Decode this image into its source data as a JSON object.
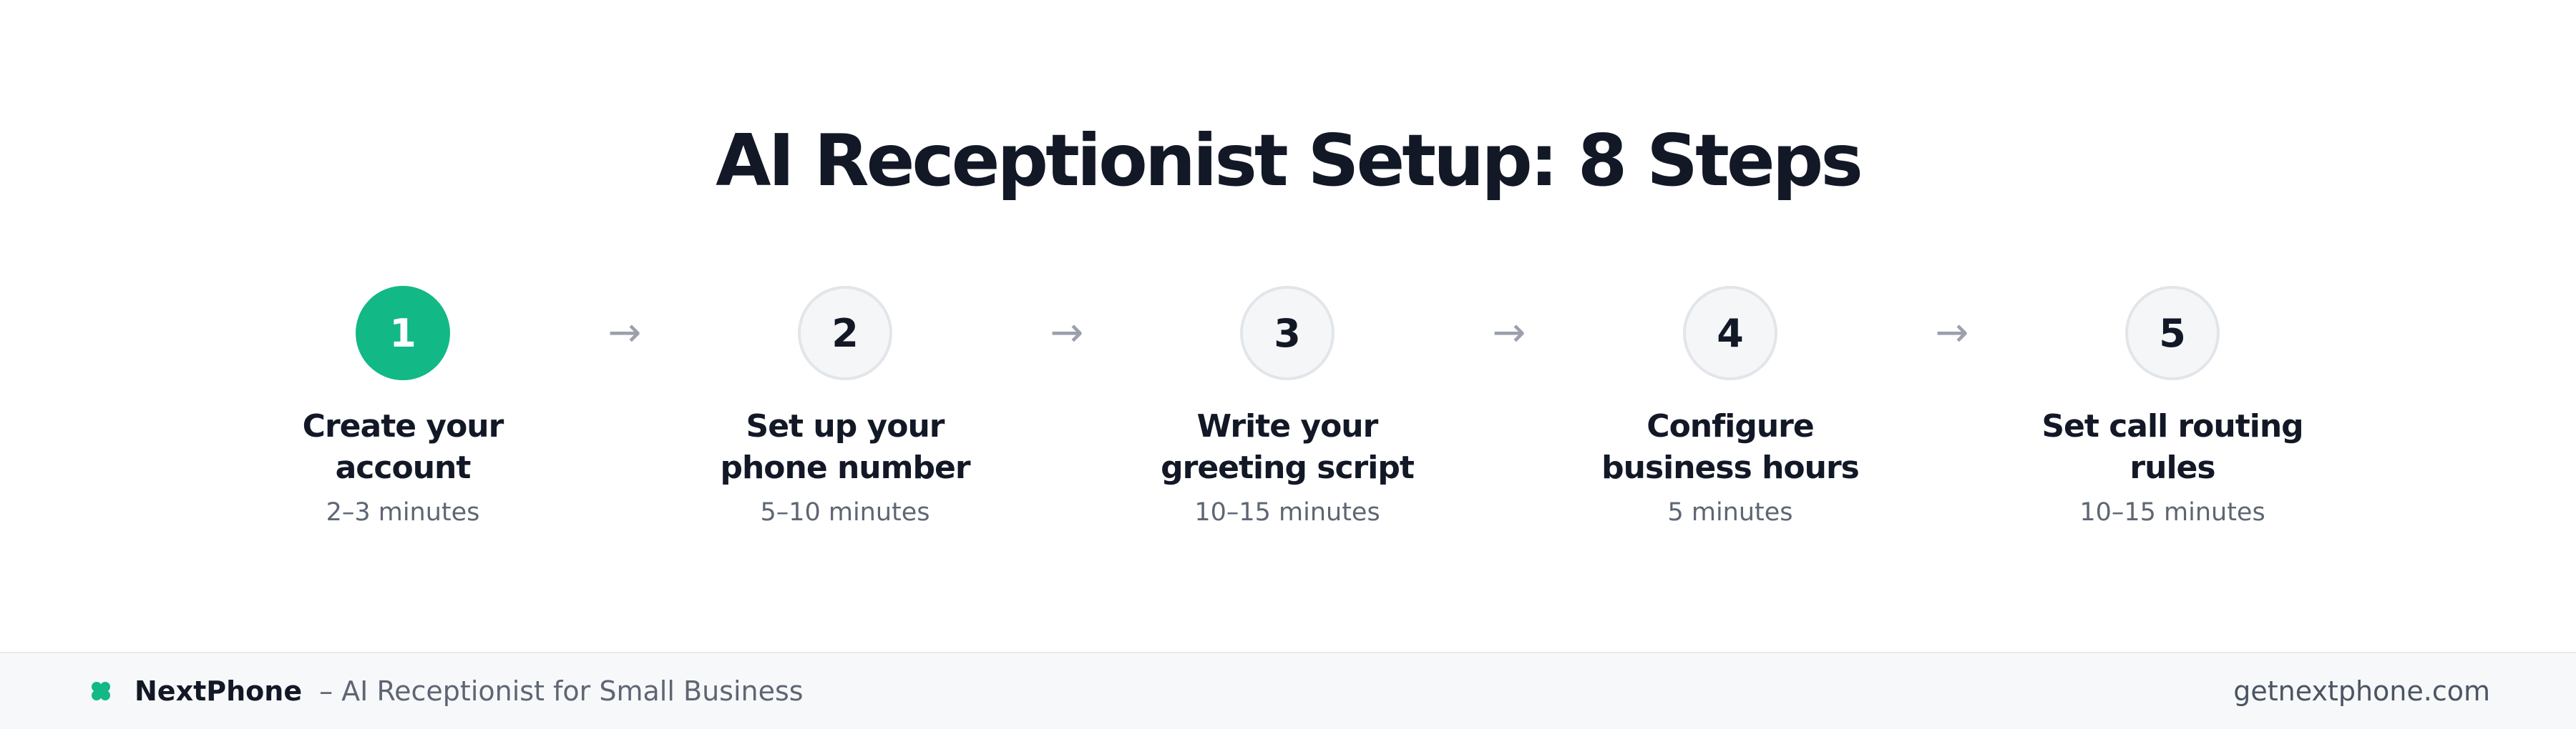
{
  "title": "AI Receptionist Setup: 8 Steps",
  "colors": {
    "accent": "#12b886",
    "text": "#121826",
    "muted": "#5e6673",
    "arrow": "#9aa1ab"
  },
  "steps": [
    {
      "number": "1",
      "label": "Create your account",
      "time": "2–3 minutes",
      "active": true
    },
    {
      "number": "2",
      "label": "Set up your phone number",
      "time": "5–10 minutes",
      "active": false
    },
    {
      "number": "3",
      "label": "Write your greeting script",
      "time": "10–15 minutes",
      "active": false
    },
    {
      "number": "4",
      "label": "Configure business hours",
      "time": "5 minutes",
      "active": false
    },
    {
      "number": "5",
      "label": "Set call routing rules",
      "time": "10–15 minutes",
      "active": false
    }
  ],
  "arrow_glyph": "→",
  "footer": {
    "brand_icon": "clover-icon",
    "brand_name": "NextPhone",
    "tagline": "– AI Receptionist for Small Business",
    "website": "getnextphone.com"
  }
}
